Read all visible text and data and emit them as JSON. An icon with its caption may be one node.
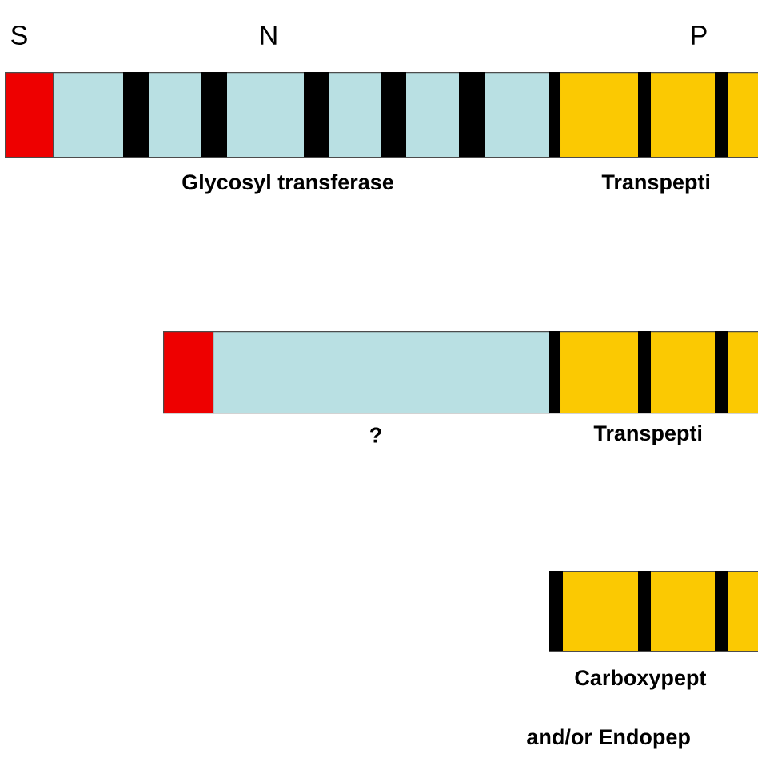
{
  "diagram": {
    "nodes": [
      {
        "text": [
          "S"
        ]
      },
      {
        "text": [
          "N"
        ],
        "beside": [
          "Glycosyl transferase"
        ]
      },
      {
        "text": [
          "P"
        ],
        "beside": [
          "Transpepti"
        ]
      },
      {
        "text": [],
        "shape": "box"
      },
      {
        "text": [],
        "shape": "box",
        "beside": [
          "?"
        ]
      },
      {
        "text": [],
        "shape": "box",
        "beside": [
          "Transpepti"
        ]
      },
      {
        "text": [],
        "shape": "box",
        "beside": [
          "Carboxypept",
          "and/or Endopep"
        ]
      }
    ]
  }
}
